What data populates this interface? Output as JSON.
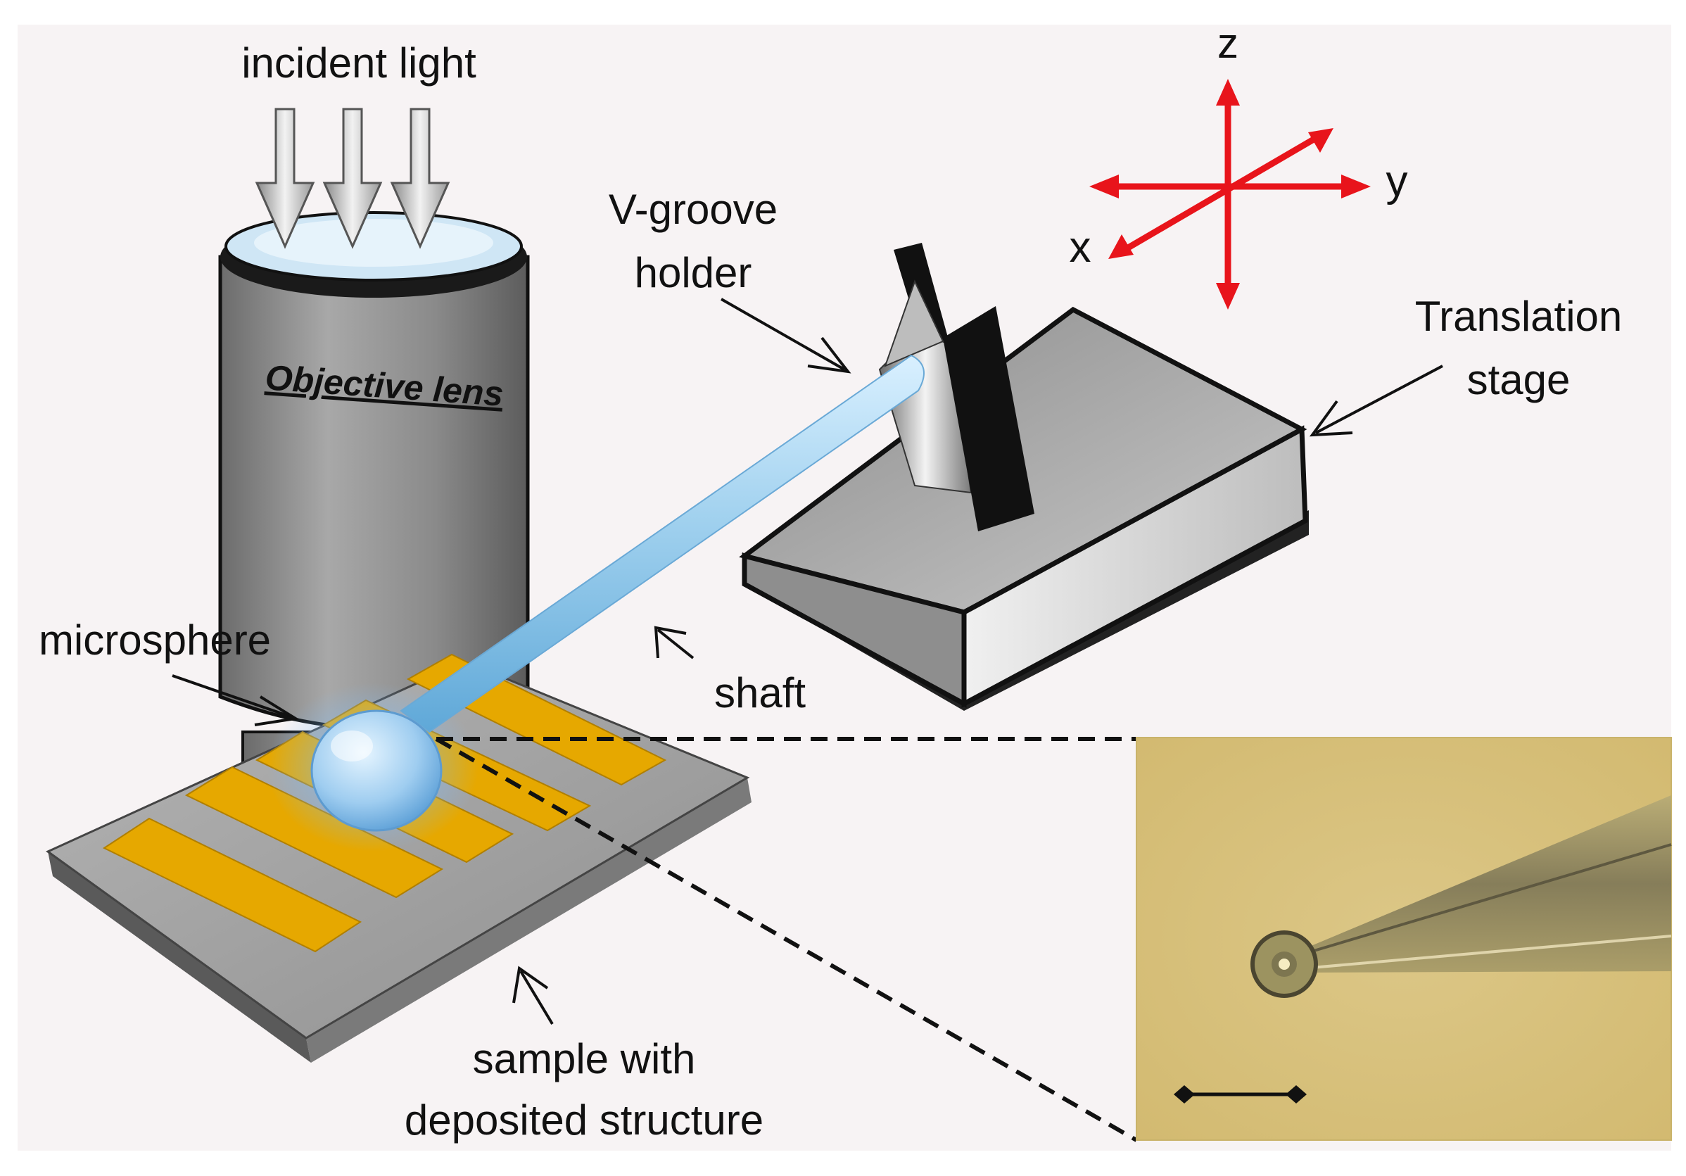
{
  "labels": {
    "incident_light": "incident light",
    "objective_lens": "Objective lens",
    "v_groove_line1": "V-groove",
    "v_groove_line2": "holder",
    "translation_line1": "Translation",
    "translation_line2": "stage",
    "microsphere": "microsphere",
    "shaft": "shaft",
    "sample_line1": "sample with",
    "sample_line2": "deposited structure"
  },
  "axes": {
    "x": "x",
    "y": "y",
    "z": "z",
    "color": "#e8141b"
  },
  "colors": {
    "background_panel": "#f7f3f4",
    "gold_stripe": "#e6a800",
    "inset_background": "#d9c27a",
    "fiber": "#9fd0ee",
    "lens_body": "#8c8c8c"
  }
}
